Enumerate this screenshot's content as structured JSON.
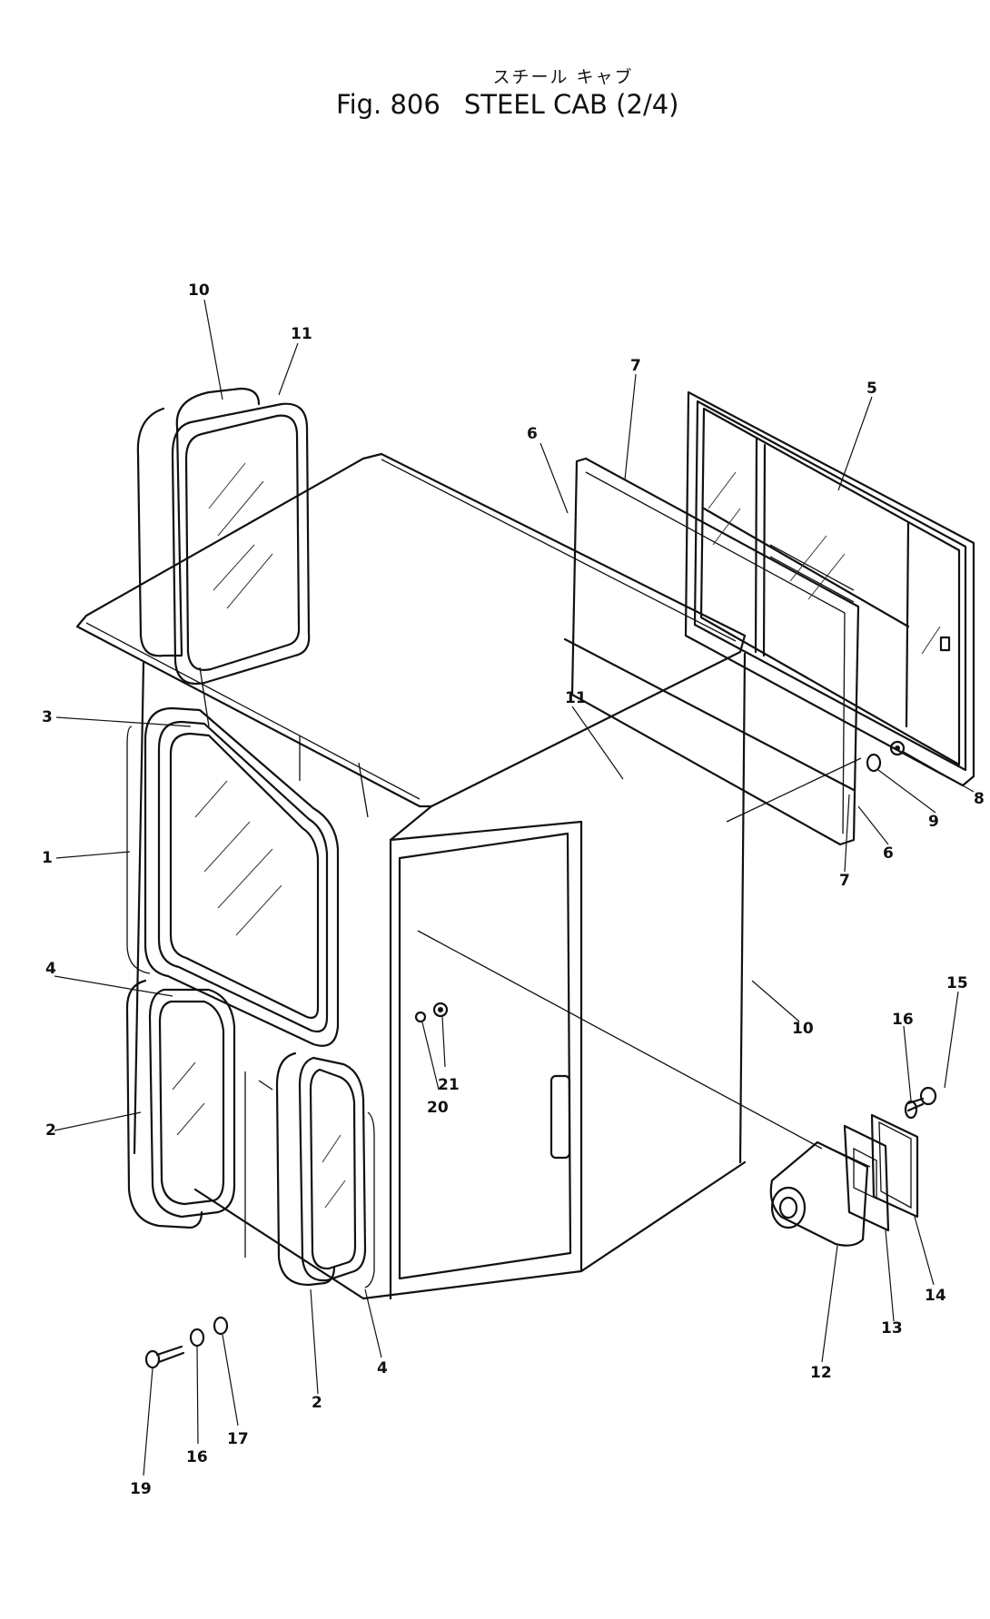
{
  "title": {
    "japanese": "スチール キャブ",
    "figure": "Fig. 806",
    "name": "STEEL  CAB (2/4)"
  },
  "callouts": [
    {
      "id": "c10a",
      "text": "10"
    },
    {
      "id": "c11a",
      "text": "11"
    },
    {
      "id": "c7a",
      "text": "7"
    },
    {
      "id": "c6a",
      "text": "6"
    },
    {
      "id": "c5",
      "text": "5"
    },
    {
      "id": "c3",
      "text": "3"
    },
    {
      "id": "c11b",
      "text": "11"
    },
    {
      "id": "c8",
      "text": "8"
    },
    {
      "id": "c9",
      "text": "9"
    },
    {
      "id": "c6b",
      "text": "6"
    },
    {
      "id": "c7b",
      "text": "7"
    },
    {
      "id": "c1",
      "text": "1"
    },
    {
      "id": "c4a",
      "text": "4"
    },
    {
      "id": "c10b",
      "text": "10"
    },
    {
      "id": "c15",
      "text": "15"
    },
    {
      "id": "c16a",
      "text": "16"
    },
    {
      "id": "c21",
      "text": "21"
    },
    {
      "id": "c20",
      "text": "20"
    },
    {
      "id": "c2a",
      "text": "2"
    },
    {
      "id": "c14",
      "text": "14"
    },
    {
      "id": "c13",
      "text": "13"
    },
    {
      "id": "c12",
      "text": "12"
    },
    {
      "id": "c4b",
      "text": "4"
    },
    {
      "id": "c2b",
      "text": "2"
    },
    {
      "id": "c17",
      "text": "17"
    },
    {
      "id": "c16b",
      "text": "16"
    },
    {
      "id": "c19",
      "text": "19"
    }
  ]
}
